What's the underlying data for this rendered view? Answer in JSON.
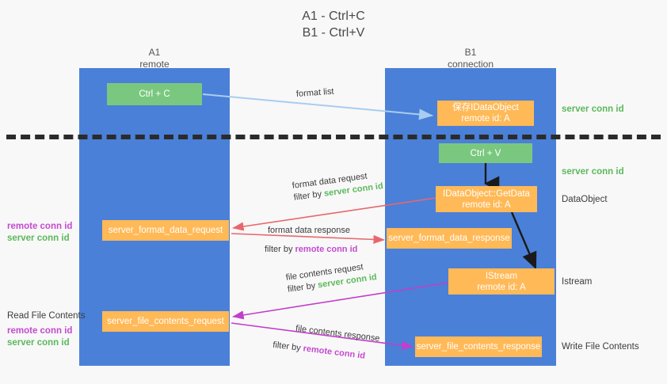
{
  "title": {
    "line1": "A1 - Ctrl+C",
    "line2": "B1 - Ctrl+V"
  },
  "columns": [
    {
      "name": "A1",
      "sub": "remote"
    },
    {
      "name": "B1",
      "sub": "connection"
    }
  ],
  "boxes": {
    "ctrl_c": {
      "line1": "Ctrl + C",
      "line2": ""
    },
    "ctrl_v": {
      "line1": "Ctrl + V",
      "line2": ""
    },
    "save_idataobject": {
      "line1": "保存IDataObject",
      "line2": "remote id: A"
    },
    "getdata": {
      "line1": "IDataObject::GetData",
      "line2": "remote id: A"
    },
    "istream": {
      "line1": "IStream",
      "line2": "remote id: A"
    },
    "fmt_req": {
      "line1": "server_format_data_request",
      "line2": ""
    },
    "fmt_resp": {
      "line1": "server_format_data_response",
      "line2": ""
    },
    "file_req": {
      "line1": "server_file_contents_request",
      "line2": ""
    },
    "file_resp": {
      "line1": "server_file_contents_response",
      "line2": ""
    }
  },
  "right_labels": {
    "server_conn_id_1": "server conn id",
    "server_conn_id_2": "server conn id",
    "dataobject": "DataObject",
    "istream": "Istream",
    "write_file_contents": "Write File Contents"
  },
  "left_labels": {
    "remote_conn_id_1": "remote conn id",
    "server_conn_id_1": "server conn id",
    "read_file_contents": "Read File Contents",
    "remote_conn_id_2": "remote conn id",
    "server_conn_id_2": "server conn id"
  },
  "edges": {
    "format_list": "format list",
    "format_data_request": "format data request",
    "format_data_request_filter_prefix": "filter by ",
    "format_data_request_filter_key": "server conn id",
    "format_data_response": "format data response",
    "format_data_response_filter_prefix": "filter by ",
    "format_data_response_filter_key": "remote conn id",
    "file_contents_request": "file contents request",
    "file_contents_request_filter_prefix": "filter by ",
    "file_contents_request_filter_key": "server conn id",
    "file_contents_response": "file contents response",
    "file_contents_response_filter_prefix": "filter by ",
    "file_contents_response_filter_key": "remote conn id"
  },
  "colors": {
    "lane": "#4a80d8",
    "green_box": "#7ac87f",
    "orange_box": "#ffb957",
    "green_text": "#5cb85c",
    "purple_text": "#c44ad0",
    "arrow_light_blue": "#a8cdf0",
    "arrow_red": "#e8676c",
    "arrow_magenta": "#c13fc9",
    "arrow_black": "#1a1a1a",
    "divider": "#2b2b2b",
    "background": "#f8f8f8"
  }
}
